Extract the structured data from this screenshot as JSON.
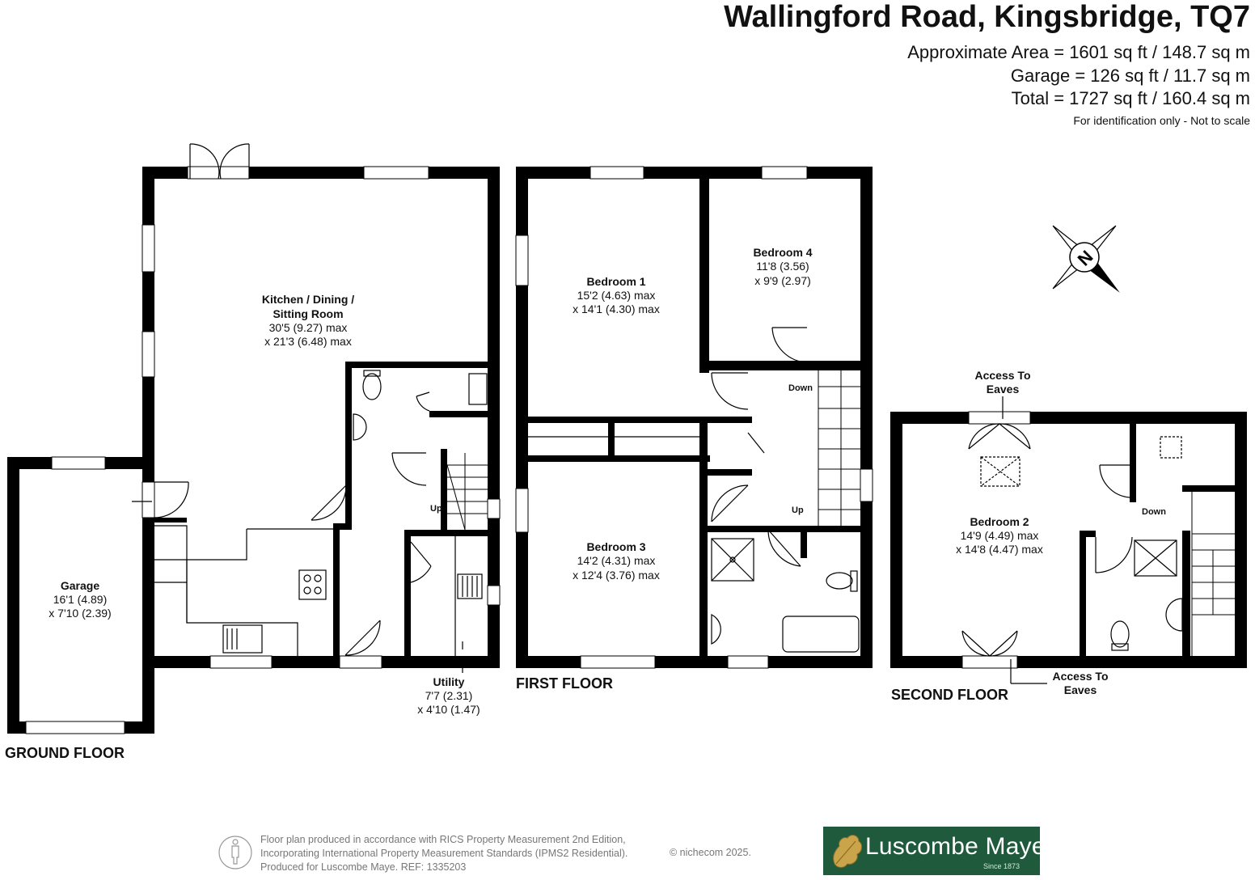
{
  "header": {
    "title": "Wallingford Road, Kingsbridge, TQ7",
    "area_line": "Approximate Area = 1601 sq ft / 148.7 sq m",
    "garage_line": "Garage = 126 sq ft / 11.7 sq m",
    "total_line": "Total = 1727 sq ft / 160.4 sq m",
    "note": "For identification only - Not to scale"
  },
  "floors": {
    "ground": "GROUND FLOOR",
    "first": "FIRST FLOOR",
    "second": "SECOND FLOOR"
  },
  "rooms": {
    "kitchen": {
      "name1": "Kitchen / Dining /",
      "name2": "Sitting Room",
      "dim1": "30'5 (9.27) max",
      "dim2": "x 21'3 (6.48) max"
    },
    "garage": {
      "name": "Garage",
      "dim1": "16'1 (4.89)",
      "dim2": "x 7'10 (2.39)"
    },
    "utility": {
      "name": "Utility",
      "dim1": "7'7 (2.31)",
      "dim2": "x 4'10 (1.47)"
    },
    "bedroom1": {
      "name": "Bedroom 1",
      "dim1": "15'2 (4.63) max",
      "dim2": "x 14'1 (4.30) max"
    },
    "bedroom4": {
      "name": "Bedroom 4",
      "dim1": "11'8 (3.56)",
      "dim2": "x 9'9 (2.97)"
    },
    "bedroom3": {
      "name": "Bedroom 3",
      "dim1": "14'2 (4.31) max",
      "dim2": "x 12'4 (3.76)  max"
    },
    "bedroom2": {
      "name": "Bedroom 2",
      "dim1": "14'9 (4.49) max",
      "dim2": "x 14'8 (4.47) max"
    }
  },
  "stairs": {
    "up": "Up",
    "down": "Down"
  },
  "eaves": {
    "line1": "Access To",
    "line2": "Eaves"
  },
  "compass": {
    "letter": "N"
  },
  "footer": {
    "line1": "Floor plan produced in accordance with RICS Property Measurement 2nd Edition,",
    "line2": "Incorporating International Property Measurement Standards (IPMS2 Residential).",
    "line3": "Produced for Luscombe Maye.   REF:  1335203",
    "credit": "© nichecom 2025."
  },
  "brand": {
    "name": "Luscombe Maye",
    "since": "Since 1873",
    "color": "#1f5a3c"
  },
  "icons": [
    "compass-icon",
    "person-icon",
    "oak-leaf-icon"
  ]
}
